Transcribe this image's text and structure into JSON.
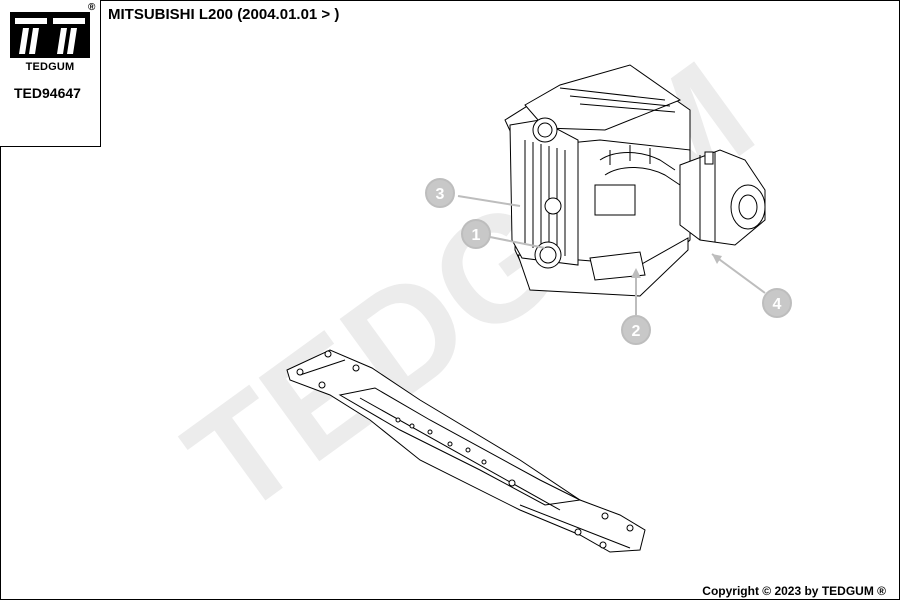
{
  "brand": {
    "name": "TEDGUM",
    "registered_mark": "®"
  },
  "part_number": "TED94647",
  "title": "MITSUBISHI L200 (2004.01.01 > )",
  "watermark": "TEDGUM",
  "callouts": [
    {
      "id": "callout-1",
      "label": "1"
    },
    {
      "id": "callout-2",
      "label": "2"
    },
    {
      "id": "callout-3",
      "label": "3"
    },
    {
      "id": "callout-4",
      "label": "4"
    }
  ],
  "copyright": "Copyright © 2023 by TEDGUM ®",
  "colors": {
    "callout_fill": "#c8c8c8",
    "watermark": "#ececec",
    "line": "#000000"
  }
}
